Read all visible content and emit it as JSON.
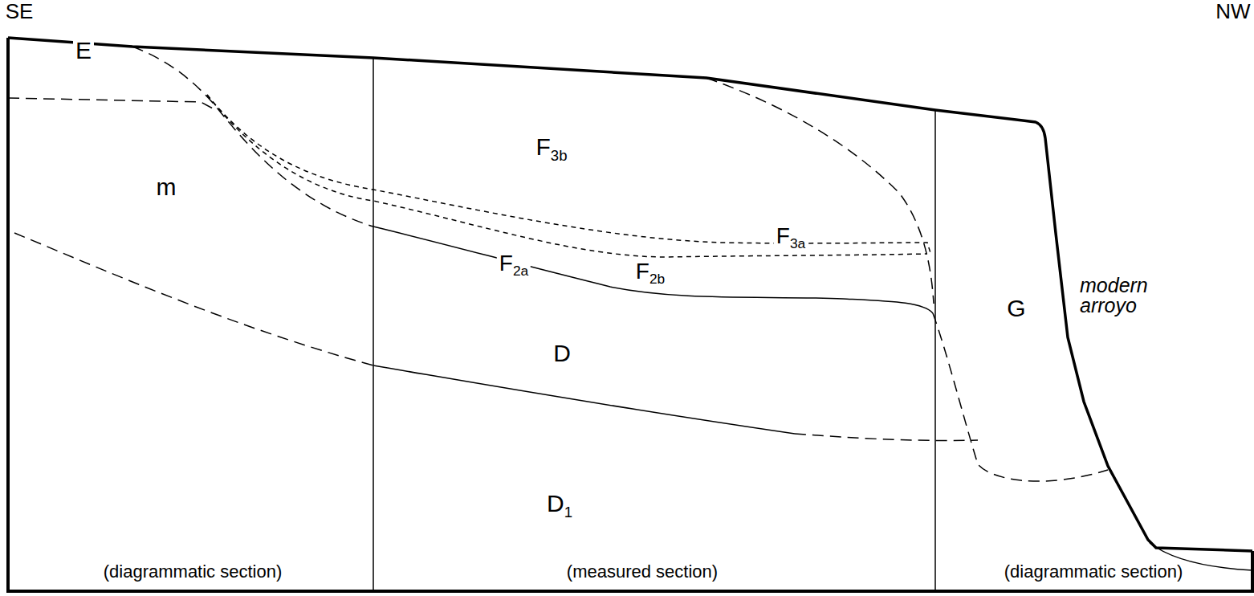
{
  "diagram": {
    "labels": [
      "SE",
      "NW",
      "E",
      "m",
      "F3b",
      "F3a",
      "F2a",
      "F2b",
      "D",
      "D1",
      "G",
      "modern arroyo",
      "(diagrammatic section)",
      "(measured section)",
      "(diagrammatic section)"
    ]
  }
}
